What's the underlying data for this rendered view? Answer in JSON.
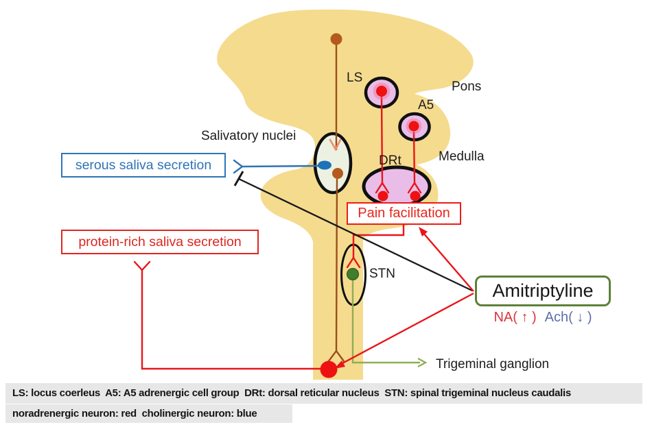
{
  "figure": {
    "labels": {
      "salivatory_nuclei": "Salivatory nuclei",
      "pons": "Pons",
      "medulla": "Medulla",
      "ls": "LS",
      "a5": "A5",
      "drt": "DRt",
      "stn": "STN",
      "trigeminal_ganglion": "Trigeminal ganglion"
    },
    "boxes": {
      "serous": "serous saliva secretion",
      "protein_rich": "protein-rich saliva secretion",
      "pain_facilitation": "Pain facilitation",
      "drug": "Amitriptyline",
      "na_effect": "NA( ↑ )",
      "ach_effect": "Ach( ↓ )"
    },
    "legend": {
      "line1": "LS: locus coerleus  A5: A5 adrenergic cell group  DRt: dorsal reticular nucleus  STN: spinal trigeminal nucleus caudalis",
      "line2": "noradrenergic neuron: red  cholinergic neuron: blue"
    },
    "colors": {
      "brainstem_fill": "#f5db8e",
      "nucleus_pink_fill": "#eabde8",
      "salivatory_fill": "#ecf1e2",
      "noradrenergic_red": "#e8151a",
      "cholinergic_blue": "#2e74b5",
      "brown_pathway": "#9c4e1a",
      "green_line": "#8fae55",
      "green_soma": "#407d2c",
      "drug_border_green": "#5d8039",
      "ach_text_blue": "#5d6dab",
      "legend_bg": "#e7e7e7"
    }
  }
}
